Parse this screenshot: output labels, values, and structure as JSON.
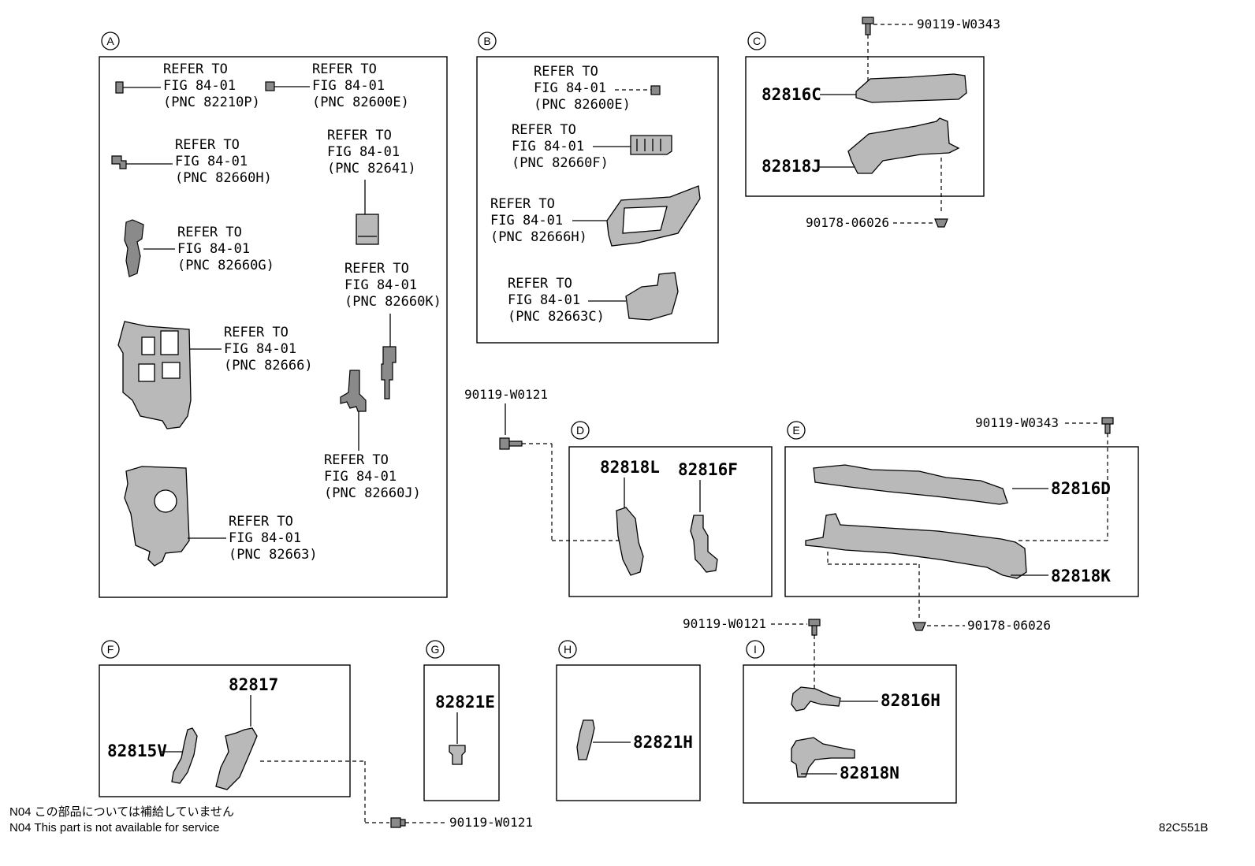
{
  "refer": {
    "line1": "REFER TO",
    "line2": "FIG 84-01"
  },
  "sections": {
    "A": {
      "letter": "A",
      "refs": [
        "(PNC 82210P)",
        "(PNC 82600E)",
        "(PNC 82660H)",
        "(PNC 82641)",
        "(PNC 82660G)",
        "(PNC 82660K)",
        "(PNC 82666)",
        "(PNC 82660J)",
        "(PNC 82663)"
      ]
    },
    "B": {
      "letter": "B",
      "refs": [
        "(PNC 82600E)",
        "(PNC 82660F)",
        "(PNC 82666H)",
        "(PNC 82663C)"
      ]
    },
    "C": {
      "letter": "C",
      "parts": [
        "82816C",
        "82818J"
      ]
    },
    "D": {
      "letter": "D",
      "parts": [
        "82818L",
        "82816F"
      ]
    },
    "E": {
      "letter": "E",
      "parts": [
        "82816D",
        "82818K"
      ]
    },
    "F": {
      "letter": "F",
      "parts": [
        "82817",
        "82815V"
      ]
    },
    "G": {
      "letter": "G",
      "parts": [
        "82821E"
      ]
    },
    "H": {
      "letter": "H",
      "parts": [
        "82821H"
      ]
    },
    "I": {
      "letter": "I",
      "parts": [
        "82816H",
        "82818N"
      ]
    }
  },
  "fasteners": {
    "c_top_bolt": "90119-W0343",
    "c_clip": "90178-06026",
    "d_bolt": "90119-W0121",
    "e_bolt": "90119-W0343",
    "e_clip": "90178-06026",
    "i_bolt": "90119-W0121",
    "f_bolt": "90119-W0121"
  },
  "notes": {
    "jp": "N04 この部品については補給していません",
    "en": "N04 This part is not available for service"
  },
  "figure_code": "82C551B"
}
